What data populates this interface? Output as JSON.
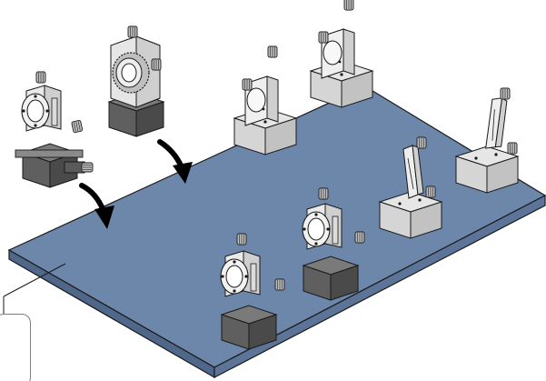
{
  "figure": {
    "kind": "isometric illustration",
    "description_words": [],
    "colors": {
      "plate_top": "#6d87aa",
      "plate_side_front": "#4f6789",
      "plate_side_right": "#5b7497",
      "block_top": "#e6e6e6",
      "block_side_left": "#d5d5d5",
      "block_side_right": "#c2c2c2",
      "base_left": "#5f5f5f",
      "base_right": "#4a4a4a",
      "arrow": "#000000",
      "line": "#1a1a1a"
    },
    "parts": [
      {
        "id": "mount-a",
        "type": "lens-mount-with-base"
      },
      {
        "id": "mount-b",
        "type": "rotation-mount-with-base"
      },
      {
        "id": "mount-c",
        "type": "kinematic-mirror-mount"
      },
      {
        "id": "mount-d",
        "type": "kinematic-mirror-mount"
      },
      {
        "id": "mount-e",
        "type": "lens-mount-with-base"
      },
      {
        "id": "mount-f",
        "type": "lens-mount-with-base"
      },
      {
        "id": "mount-g",
        "type": "tilt-mirror-holder"
      },
      {
        "id": "mount-h",
        "type": "tilt-mirror-holder"
      }
    ],
    "arrows": [
      {
        "id": "arrow-1",
        "direction": "down-right"
      },
      {
        "id": "arrow-2",
        "direction": "down-right"
      }
    ],
    "callout_text": ""
  }
}
